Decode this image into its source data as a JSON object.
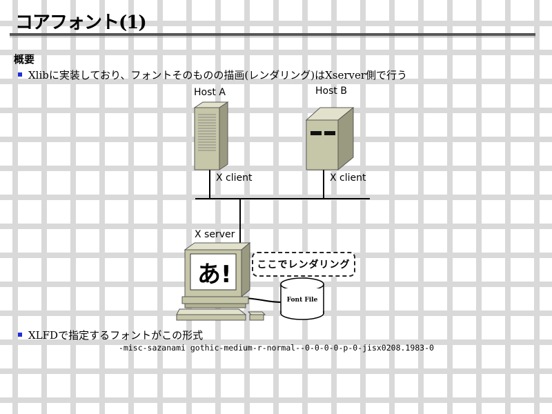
{
  "title": "コアフォント(1)",
  "section": "概要",
  "bullets": [
    "Xlibに実装しており、フォントそのものの描画(レンダリング)はXserver側で行う",
    "XLFDで指定するフォントがこの形式"
  ],
  "xlfd_example": "-misc-sazanami gothic-medium-r-normal--0-0-0-0-p-0-jisx0208.1983-0",
  "diagram": {
    "host_a": "Host A",
    "host_b": "Host B",
    "client_a": "X client",
    "client_b": "X client",
    "server": "X server",
    "screen_text": "あ!",
    "bubble": "ここでレンダリング",
    "font_file": "Font File"
  },
  "colors": {
    "bullet": "#1f2fd8",
    "machine": "#c6c6a8",
    "machine_dark": "#9a9a80"
  }
}
